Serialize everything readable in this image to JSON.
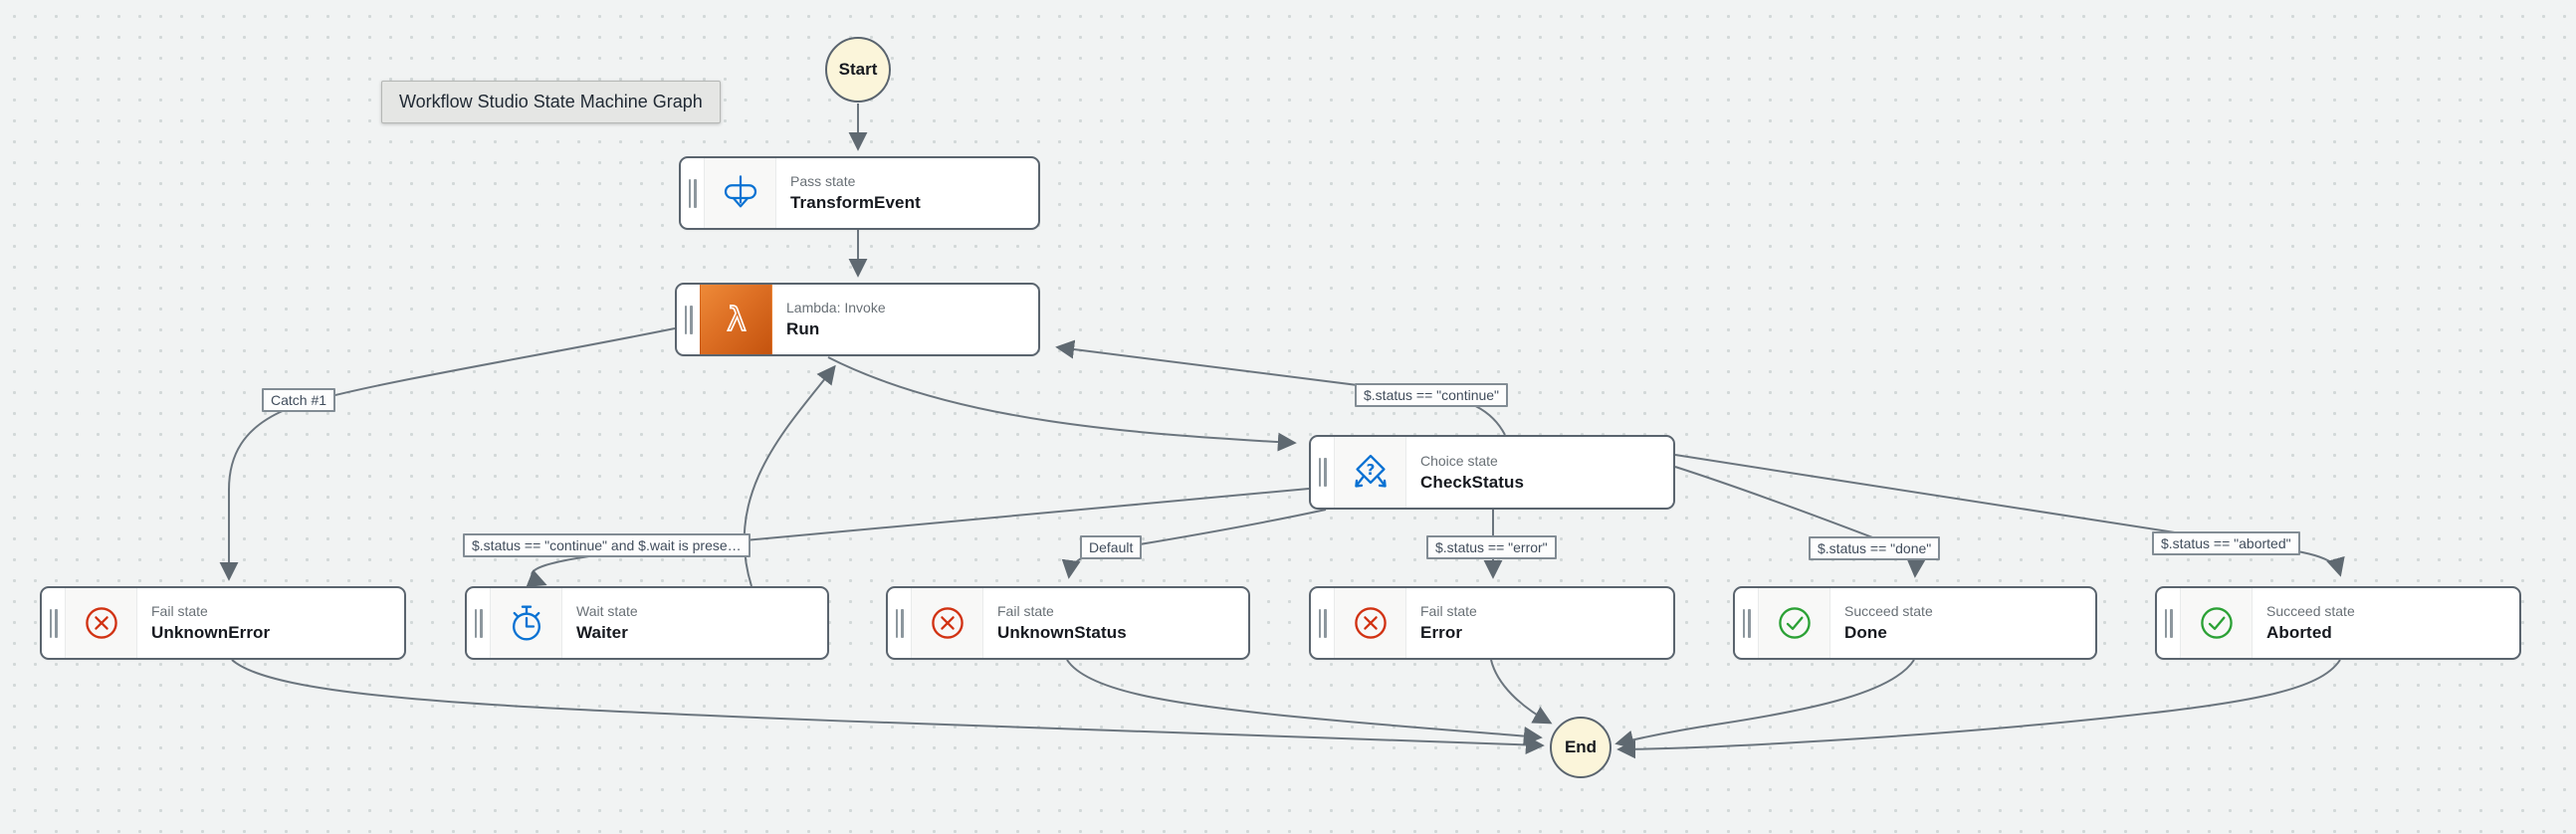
{
  "tooltip": {
    "text": "Workflow Studio State Machine Graph"
  },
  "terminals": {
    "start": "Start",
    "end": "End"
  },
  "nodes": [
    {
      "id": "TransformEvent",
      "type_label": "Pass state",
      "name": "TransformEvent",
      "icon": "pass-icon"
    },
    {
      "id": "Run",
      "type_label": "Lambda: Invoke",
      "name": "Run",
      "icon": "lambda-icon"
    },
    {
      "id": "CheckStatus",
      "type_label": "Choice state",
      "name": "CheckStatus",
      "icon": "choice-icon"
    },
    {
      "id": "UnknownError",
      "type_label": "Fail state",
      "name": "UnknownError",
      "icon": "fail-icon"
    },
    {
      "id": "Waiter",
      "type_label": "Wait state",
      "name": "Waiter",
      "icon": "wait-icon"
    },
    {
      "id": "UnknownStatus",
      "type_label": "Fail state",
      "name": "UnknownStatus",
      "icon": "fail-icon"
    },
    {
      "id": "Error",
      "type_label": "Fail state",
      "name": "Error",
      "icon": "fail-icon"
    },
    {
      "id": "Done",
      "type_label": "Succeed state",
      "name": "Done",
      "icon": "succeed-icon"
    },
    {
      "id": "Aborted",
      "type_label": "Succeed state",
      "name": "Aborted",
      "icon": "succeed-icon"
    }
  ],
  "edge_labels": [
    {
      "text": "Catch #1"
    },
    {
      "text": "$.status == \"continue\""
    },
    {
      "text": "$.status == \"continue\" and $.wait is prese…"
    },
    {
      "text": "Default"
    },
    {
      "text": "$.status == \"error\""
    },
    {
      "text": "$.status == \"done\""
    },
    {
      "text": "$.status == \"aborted\""
    }
  ],
  "edges": [
    "Start→TransformEvent",
    "TransformEvent→Run",
    "Run→CheckStatus",
    "CheckStatus→Run",
    "Run→UnknownError",
    "CheckStatus→Waiter",
    "Waiter→Run",
    "CheckStatus→UnknownStatus",
    "CheckStatus→Error",
    "CheckStatus→Done",
    "CheckStatus→Aborted",
    "UnknownError→End",
    "UnknownStatus→End",
    "Error→End",
    "Done→End",
    "Aborted→End"
  ],
  "colors": {
    "accent_blue": "#0972d3",
    "fail_red": "#d13212",
    "succeed_green": "#2ba135",
    "lambda_orange_start": "#ee8a38",
    "lambda_orange_end": "#c4530e",
    "edge_gray": "#6b757e",
    "node_border": "#5a646e",
    "terminal_fill": "#fbf5da",
    "canvas_bg": "#f1f3f3"
  }
}
